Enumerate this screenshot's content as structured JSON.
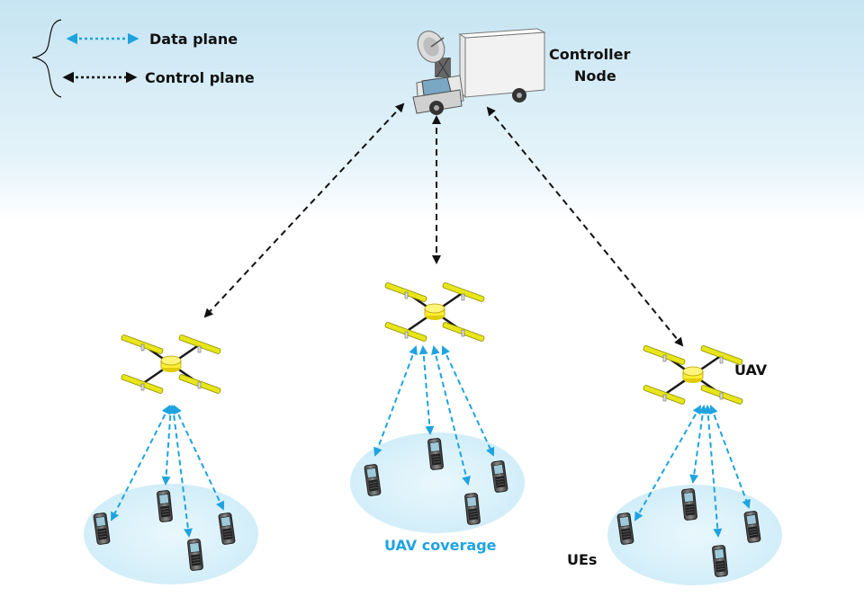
{
  "legend": {
    "data_plane": "Data plane",
    "control_plane": "Control plane"
  },
  "labels": {
    "controller": [
      "Controller",
      "Node"
    ],
    "uav": "UAV",
    "coverage": "UAV coverage",
    "ues": "UEs"
  },
  "colors": {
    "data_plane": "#1fa3e0",
    "control_plane": "#111111",
    "coverage_fill": "#dff3fb",
    "sky_top": "#c9e6f3",
    "drone_body": "#ffee33",
    "drone_rotor": "#e8e61a",
    "coverage_label": "#1fa3e0"
  },
  "icons": {
    "controller": "truck-satellite-icon",
    "uav": "quadcopter-icon",
    "ue": "mobile-phone-icon"
  }
}
